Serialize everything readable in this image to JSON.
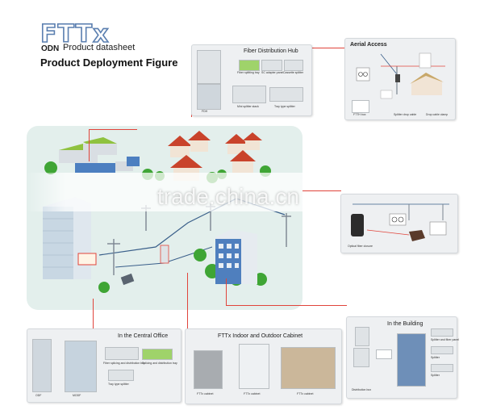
{
  "header": {
    "logo": "FTTx",
    "odn": "ODN",
    "subtitle": "Product datasheet",
    "figure_title": "Product Deployment Figure"
  },
  "watermark": "trade.china.cn",
  "panels": {
    "hub": {
      "title": "Fiber Distribution Hub",
      "captions": [
        "Fiber splitting tray",
        "SC adapter panel",
        "Cassette splitter",
        "FDH",
        "Mini splitter stack",
        "Tray type splitter"
      ]
    },
    "aerial": {
      "title": "Aerial Access",
      "captions": [
        "FTTH box",
        "Splitter drop cable",
        "Drop cable clamp"
      ]
    },
    "middle_right": {
      "captions": [
        "Optical fiber closure"
      ]
    },
    "central": {
      "title": "In the Central Office",
      "captions": [
        "ODF",
        "MODF",
        "Fiber splicing and distribution box",
        "Splicing and distribution tray",
        "Tray type splitter"
      ]
    },
    "cabinet": {
      "title": "FTTx Indoor and Outdoor Cabinet",
      "captions": [
        "FTTx cabinet",
        "FTTx cabinet",
        "FTTx cabinet"
      ]
    },
    "building": {
      "title": "In the Building",
      "captions": [
        "Splitter and fiber panel",
        "Splitter",
        "Splitter",
        "Distribution box"
      ]
    }
  },
  "colors": {
    "accent_line": "#e0443b",
    "logo_blue": "#5b7fb0",
    "tree_green": "#3fa535"
  }
}
